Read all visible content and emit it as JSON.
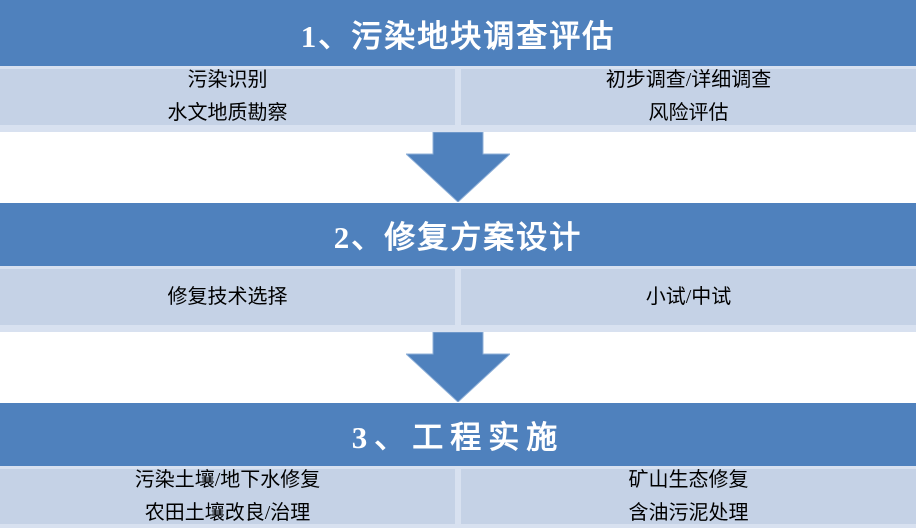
{
  "colors": {
    "header_blue": "#4f81bd",
    "cell_light_blue": "#c5d2e6",
    "divider_light": "#d8e1f0",
    "header_text": "#ffffff",
    "cell_text": "#000000",
    "arrow_blue": "#4f81bd"
  },
  "icons": {
    "between_stages": "down-arrow"
  },
  "stages": [
    {
      "title": "1、污染地块调查评估",
      "left_items": [
        "污染识别",
        "水文地质勘察"
      ],
      "right_items": [
        "初步调查/详细调查",
        "风险评估"
      ]
    },
    {
      "title": "2、修复方案设计",
      "left_items": [
        "修复技术选择"
      ],
      "right_items": [
        "小试/中试"
      ]
    },
    {
      "title": "3、工程实施",
      "left_items": [
        "污染土壤/地下水修复",
        "农田土壤改良/治理"
      ],
      "right_items": [
        "矿山生态修复",
        "含油污泥处理"
      ]
    }
  ]
}
